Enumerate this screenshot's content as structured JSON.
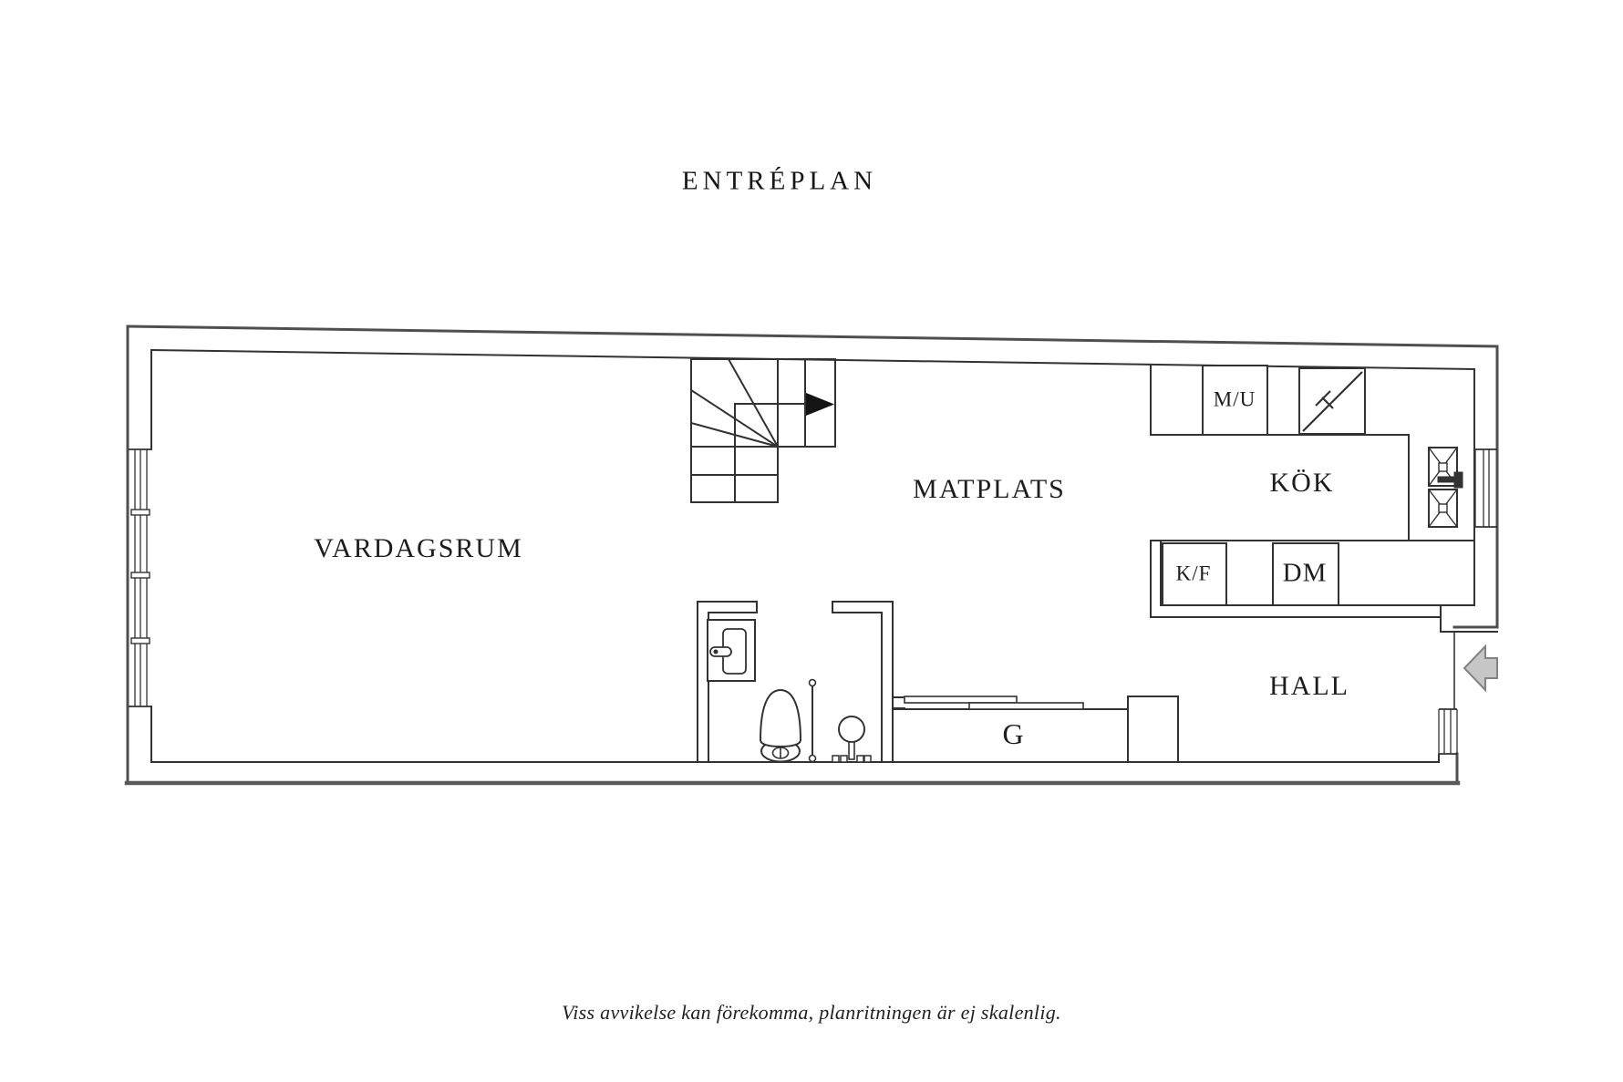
{
  "title": "ENTRÉPLAN",
  "floorplan": {
    "rooms": [
      {
        "id": "vardagsrum",
        "label": "VARDAGSRUM"
      },
      {
        "id": "matplats",
        "label": "MATPLATS"
      },
      {
        "id": "kok",
        "label": "KÖK"
      },
      {
        "id": "hall",
        "label": "HALL"
      },
      {
        "id": "garderob",
        "label": "G"
      }
    ],
    "appliances": [
      {
        "id": "micro-oven",
        "label": "M/U"
      },
      {
        "id": "fridge-freezer",
        "label": "K/F"
      },
      {
        "id": "dishwasher",
        "label": "DM"
      }
    ],
    "icons": [
      "stairs-icon",
      "stair-direction-arrow-icon",
      "entry-arrow-icon",
      "toilet-icon",
      "washbasin-icon",
      "shower-icon",
      "shower-screen-icon",
      "double-sink-icon",
      "stove-icon",
      "window-icon",
      "sliding-door-icon"
    ]
  },
  "footer": {
    "disclaimer": "Viss avvikelse kan förekomma, planritningen är ej skalenlig."
  },
  "colors": {
    "background": "#ffffff",
    "line": "#323232",
    "outer_wall": "#4f4f4f",
    "bottom_wall": "#5a5a5a",
    "text": "#1d1d1d",
    "arrow_fill": "#c6c6c6",
    "arrow_stroke": "#828282"
  }
}
